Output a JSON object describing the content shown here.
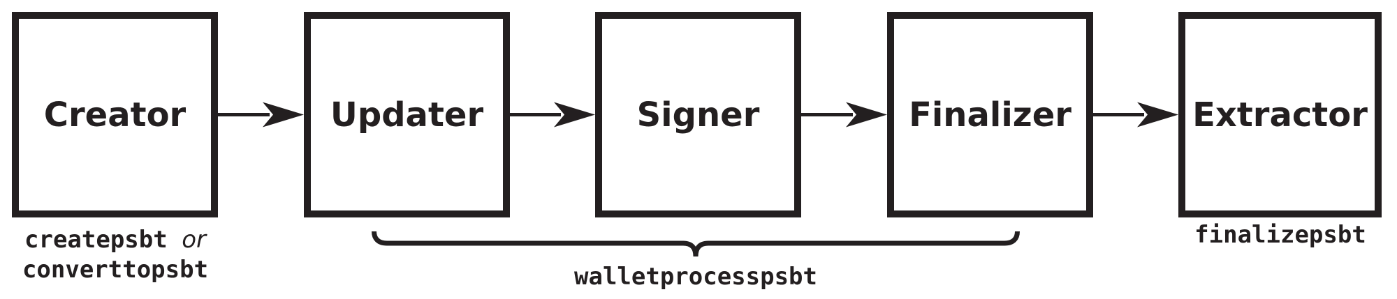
{
  "colors": {
    "ink": "#231f20",
    "background": "#ffffff"
  },
  "diagram": {
    "boxes": [
      {
        "label": "Creator"
      },
      {
        "label": "Updater"
      },
      {
        "label": "Signer"
      },
      {
        "label": "Finalizer"
      },
      {
        "label": "Extractor"
      }
    ],
    "captions": {
      "creator": {
        "code1": "createpsbt",
        "conjunction": "or",
        "code2": "converttopsbt"
      },
      "brace": "walletprocesspsbt",
      "extractor": "finalizepsbt"
    },
    "icons": {
      "arrow": "right-arrow-icon",
      "brace": "horizontal-curly-brace-icon"
    }
  }
}
